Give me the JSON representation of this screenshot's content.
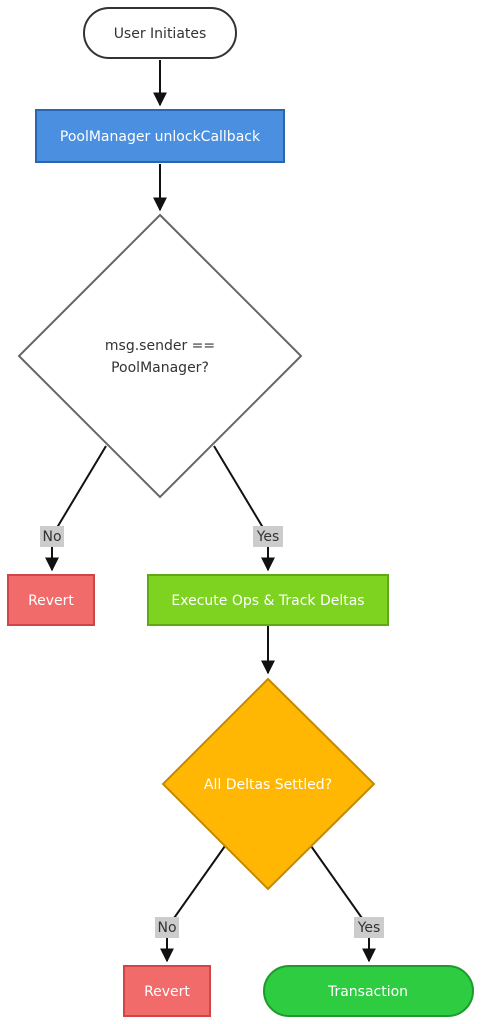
{
  "nodes": {
    "start": {
      "label": "User Initiates",
      "fill": "#ffffff",
      "stroke": "#333333",
      "text_color": "#333333"
    },
    "callback": {
      "label": "PoolManager unlockCallback",
      "fill": "#4a8fe0",
      "stroke": "#2a66b0",
      "text_color": "#ffffff"
    },
    "check_sender": {
      "label_line1": "msg.sender ==",
      "label_line2": "PoolManager?",
      "fill": "#ffffff",
      "stroke": "#666666",
      "text_color": "#333333"
    },
    "revert_1": {
      "label": "Revert",
      "fill": "#f26b6b",
      "stroke": "#d04545",
      "text_color": "#ffffff"
    },
    "execute": {
      "label": "Execute Ops & Track Deltas",
      "fill": "#7ed321",
      "stroke": "#5ea915",
      "text_color": "#ffffff"
    },
    "check_deltas": {
      "label": "All Deltas Settled?",
      "fill": "#ffb703",
      "stroke": "#c48a00",
      "text_color": "#ffffff"
    },
    "revert_2": {
      "label": "Revert",
      "fill": "#f26b6b",
      "stroke": "#d04545",
      "text_color": "#ffffff"
    },
    "transaction": {
      "label": "Transaction",
      "fill": "#2ecc40",
      "stroke": "#1e9a2c",
      "text_color": "#ffffff"
    }
  },
  "edge_labels": {
    "sender_no": "No",
    "sender_yes": "Yes",
    "deltas_no": "No",
    "deltas_yes": "Yes"
  },
  "colors": {
    "edge": "#111111",
    "edge_label_bg": "#cccccc"
  }
}
